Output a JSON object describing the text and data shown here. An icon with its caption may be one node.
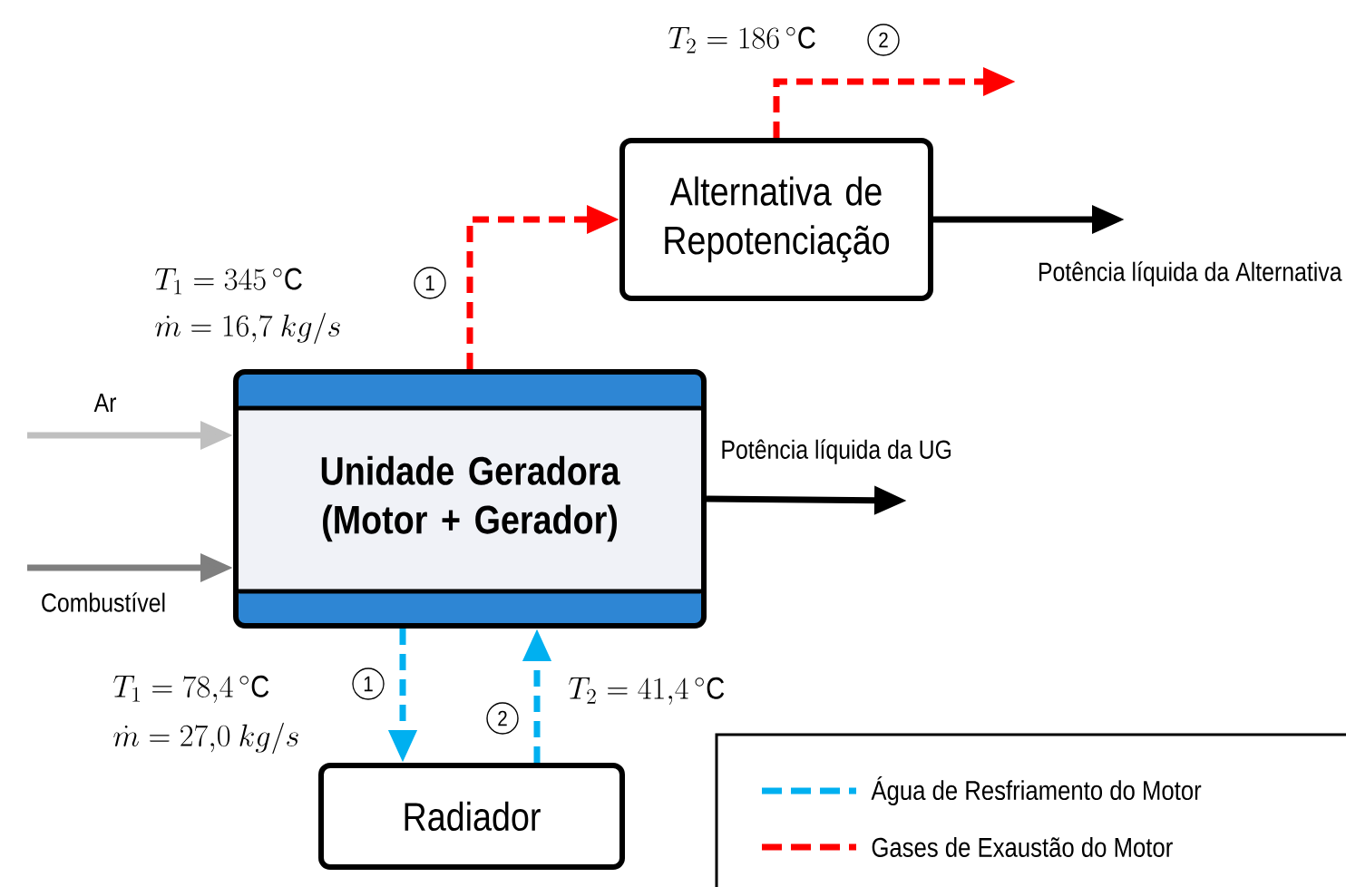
{
  "diagram": {
    "nodes": [
      {
        "text": [
          "Alternativa de Repotenciação"
        ]
      },
      {
        "text": [
          "Unidade Geradora (Motor + Gerador)"
        ]
      },
      {
        "text": [
          "Radiador"
        ]
      }
    ],
    "edges": [
      {
        "from": 1,
        "to": 0,
        "arrow": "to",
        "style": "dashed",
        "color": "#ff0000"
      },
      {
        "from": 0,
        "to": null,
        "arrow": "to",
        "style": "dashed",
        "color": "#ff0000"
      },
      {
        "from": 0,
        "to": null,
        "arrow": "to",
        "label": "Potência líquida da Alternativa",
        "color": "#000000"
      },
      {
        "from": 1,
        "to": null,
        "arrow": "to",
        "label": "Potência líquida da UG",
        "color": "#000000"
      },
      {
        "from": null,
        "to": 1,
        "arrow": "to",
        "label": "Ar",
        "color": "#bfbfbf"
      },
      {
        "from": null,
        "to": 1,
        "arrow": "to",
        "label": "Combustível",
        "color": "#7f7f7f"
      },
      {
        "from": 1,
        "to": 2,
        "arrow": "to",
        "style": "dashed",
        "color": "#00b0f0"
      },
      {
        "from": 2,
        "to": 1,
        "arrow": "to",
        "style": "dashed",
        "color": "#00b0f0"
      }
    ],
    "labels": [
      "T_2 = 186\\,{}^{\\circ}\\mathrm{C}",
      "2",
      "T_1 = 345\\,{}^{\\circ}\\mathrm{C}",
      "1",
      "\\dot{m} = 16{,}7\\ kg/s",
      "T_1 = 78{,}4\\,{}^{\\circ}\\mathrm{C}",
      "1",
      "T_2 = 41{,}4\\,{}^{\\circ}\\mathrm{C}",
      "2",
      "\\dot{m} = 27{,}0\\ kg/s"
    ],
    "legend": [
      {
        "text": "Água de Resfriamento do Motor"
      },
      {
        "text": "Gases de Exaustão do Motor"
      }
    ]
  }
}
